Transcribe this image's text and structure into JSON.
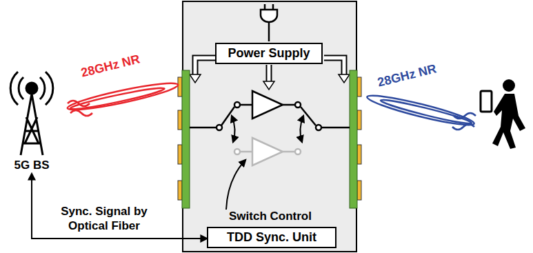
{
  "diagram": {
    "nodes": [
      {
        "text": [
          "5G BS"
        ]
      },
      {
        "text": [
          "Power Supply"
        ]
      },
      {
        "text": [
          "TDD Sync. Unit"
        ]
      }
    ],
    "edges": [
      {
        "from": 0,
        "to": 2,
        "arrow": "both",
        "label": "Sync. Signal by Optical Fiber"
      }
    ],
    "labels": [
      "28GHz NR",
      "28GHz NR",
      "Switch Control"
    ]
  }
}
